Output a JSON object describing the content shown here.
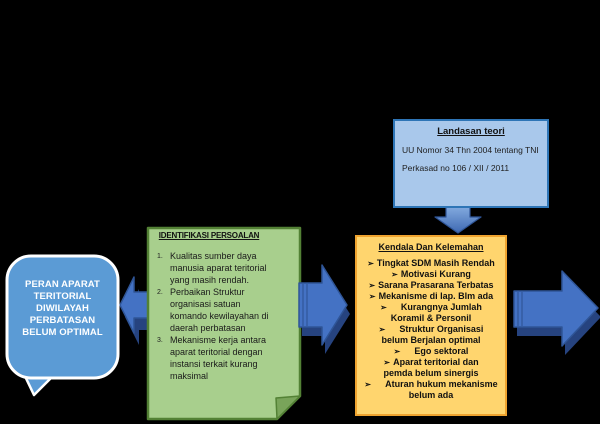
{
  "bubble": {
    "text": "PERAN APARAT\nTERITORIAL\nDIWILAYAH\nPERBATASAN\nBELUM OPTIMAL"
  },
  "identifikasi": {
    "title": "IDENTIFIKASI PERSOALAN",
    "items": [
      {
        "num": "1.",
        "text": "Kualitas sumber daya\nmanusia aparat teritorial\nyang masih rendah."
      },
      {
        "num": "2.",
        "text": "Perbaikan Struktur\norganisasi satuan\nkomando kewilayahan di\ndaerah perbatasan"
      },
      {
        "num": "3.",
        "text": "Mekanisme kerja antara\naparat teritorial dengan\ninstansi terkait kurang\nmaksimal"
      }
    ]
  },
  "kendala": {
    "title": "Kendala Dan Kelemahan",
    "bullet": "➢",
    "items": [
      {
        "text": "Tingkat SDM Masih Rendah"
      },
      {
        "text": "Motivasi Kurang"
      },
      {
        "text": "Sarana Prasarana Terbatas"
      },
      {
        "text": "Mekanisme di lap. Blm ada"
      },
      {
        "text": "Kurangnya Jumlah\nKoramil & Personil"
      },
      {
        "text": "Struktur Organisasi\nbelum Berjalan optimal"
      },
      {
        "text": "Ego sektoral"
      },
      {
        "text": "Aparat teritorial dan\npemda belum sinergis"
      },
      {
        "text": "Aturan hukum mekanisme\nbelum ada"
      }
    ]
  },
  "landasan": {
    "title": "Landasan teori",
    "lines": [
      "UU Nomor 34 Thn 2004 tentang TNI",
      "Perkasad no 106 / XII / 2011"
    ]
  },
  "colors": {
    "background": "#000000",
    "arrow_blue": "#4472C4",
    "arrow_blue_dark": "#2F5597",
    "arrow_shadow": "#26437F",
    "bubble_blue": "#5B9BD5",
    "green_fill": "#A8CF8D",
    "green_border": "#538135",
    "green_fold": "#79A45A",
    "orange_fill": "#FFD56E",
    "orange_border": "#EFA32F",
    "landasan_fill": "#A9C8EB",
    "landasan_border": "#2E75B6"
  }
}
